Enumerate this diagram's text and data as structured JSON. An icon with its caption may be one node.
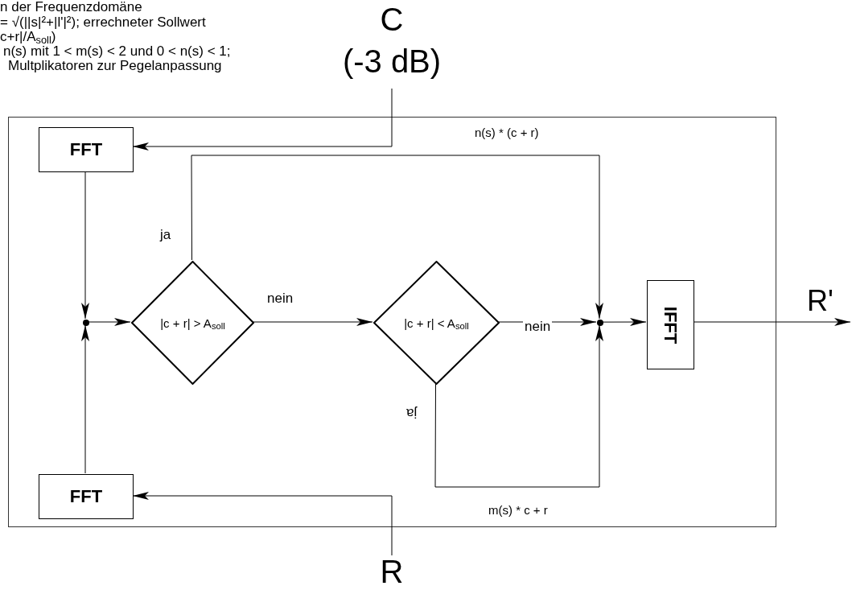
{
  "diagram": {
    "nodes": [
      {
        "text": [],
        "shape": "box"
      },
      {
        "text": [
          "FFT"
        ],
        "in": 0
      },
      {
        "text": [
          "FFT"
        ],
        "in": 0
      },
      {
        "text": [],
        "shape": "circle",
        "in": 0
      },
      {
        "text": [
          "|c + r| > A$_{soll}$"
        ],
        "in": 0
      },
      {
        "text": [
          "|c + r| < A$_{soll}$"
        ],
        "in": 0
      },
      {
        "text": [],
        "shape": "circle",
        "in": 0
      },
      {
        "text": [
          "IFFT"
        ],
        "in": 0
      },
      {
        "text": [
          "C",
          "(-3 dB)"
        ]
      },
      {
        "text": [
          "R"
        ]
      }
    ],
    "edges": [
      {
        "from": 8,
        "to": 1,
        "arrow": "to"
      },
      {
        "from": 1,
        "to": 3,
        "arrow": "to"
      },
      {
        "from": 2,
        "to": 3,
        "arrow": "to"
      },
      {
        "from": 3,
        "to": 4,
        "arrow": "to"
      },
      {
        "from": 4,
        "to": 5,
        "arrow": "to",
        "label": "nein"
      },
      {
        "from": 4,
        "to": 6,
        "arrow": "to",
        "label": "ja"
      },
      {
        "from": 5,
        "to": 6,
        "arrow": "to",
        "label": "nein"
      },
      {
        "from": 5,
        "to": 6,
        "arrow": "to",
        "label": "ja"
      },
      {
        "from": 6,
        "to": 7,
        "arrow": "to"
      },
      {
        "from": 7,
        "to": null,
        "arrow": "to"
      },
      {
        "from": 9,
        "to": 2,
        "arrow": "to"
      }
    ],
    "labels": [
      "n der Frequenzdomäne",
      "= √(||s|²+|l'|²); errechneter Sollwert",
      "c+r|/A$_{soll}$)",
      "n(s) mit 1 < m(s) < 2 und 0 < n(s) < 1;",
      "Multplikatoren zur Pegelanpassung",
      "n(s) * (c + r)",
      "m(s) * c + r",
      "R'"
    ]
  }
}
